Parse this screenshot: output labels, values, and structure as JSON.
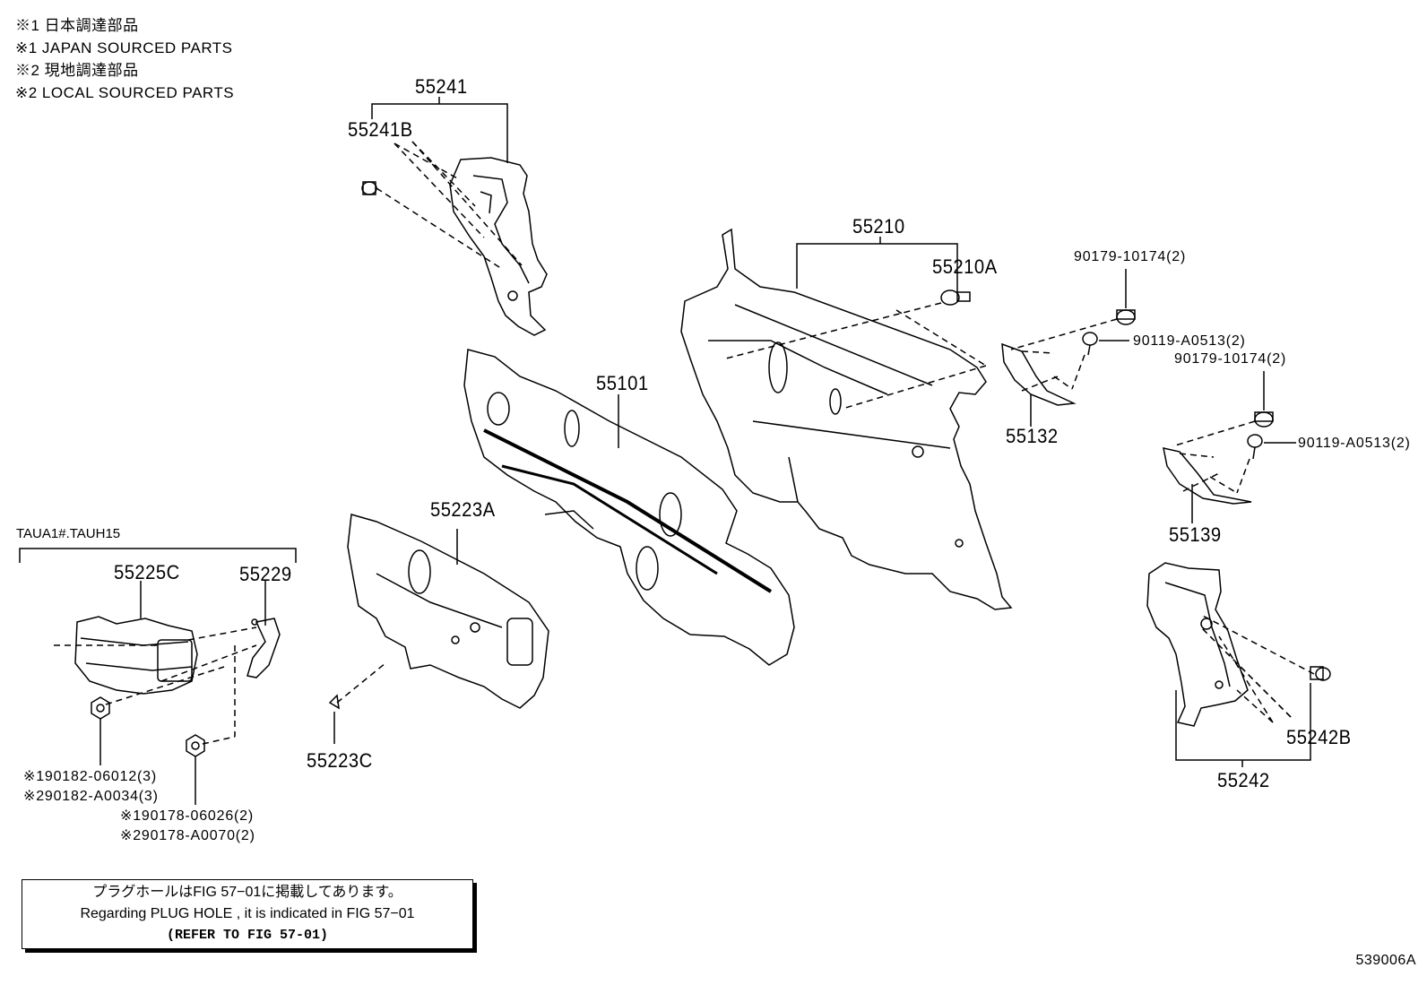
{
  "legend": [
    "※1 日本調達部品",
    "※1 JAPAN SOURCED PARTS",
    "※2 現地調達部品",
    "※2 LOCAL SOURCED PARTS"
  ],
  "variant_label": "TAUA1#.TAUH15",
  "part_labels": {
    "p55241": "55241",
    "p55241B": "55241B",
    "p55210": "55210",
    "p55210A": "55210A",
    "p55101": "55101",
    "p55223A": "55223A",
    "p55225C": "55225C",
    "p55229": "55229",
    "p55223C": "55223C",
    "p55132": "55132",
    "p55139": "55139",
    "p55242": "55242",
    "p55242B": "55242B"
  },
  "fastener_labels": {
    "f90179_a": "90179-10174(2)",
    "f90119_a": "90119-A0513(2)",
    "f90179_b": "90179-10174(2)",
    "f90119_b": "90119-A0513(2)",
    "f190182": "※190182-06012(3)",
    "f290182": "※290182-A0034(3)",
    "f190178": "※190178-06026(2)",
    "f290178": "※290178-A0070(2)"
  },
  "note": {
    "line1": "プラグホールはFIG 57−01に掲載してあります。",
    "line2": "Regarding PLUG HOLE , it is indicated in FIG 57−01",
    "line3": "(REFER TO FIG 57-01)"
  },
  "figure_code": "539006A"
}
